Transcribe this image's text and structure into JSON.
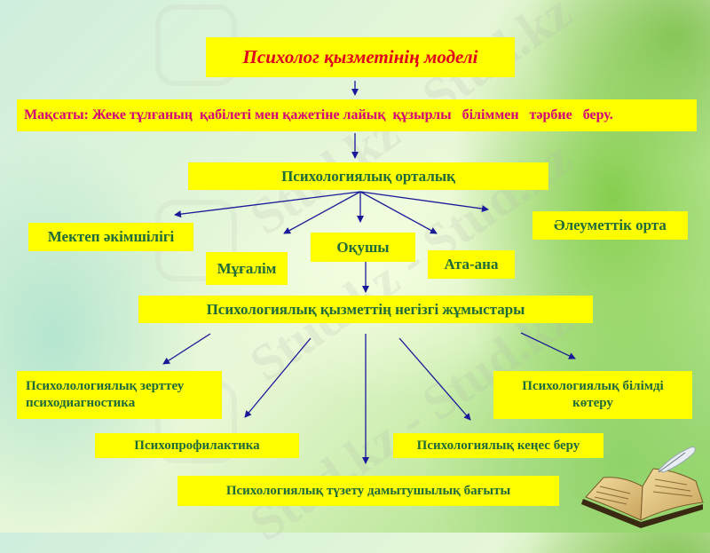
{
  "diagram": {
    "title": "Психолог қызметінің моделі",
    "goal": "Мақсаты: Жеке тұлғаның  қабілеті мен қажетіне лайық  құзырлы   біліммен   тәрбие   беру.",
    "center": "Психологиялық орталық",
    "participants": [
      {
        "id": "admin",
        "label": "Мектеп әкімшілігі"
      },
      {
        "id": "teacher",
        "label": "Мұғалім"
      },
      {
        "id": "student",
        "label": "Оқушы"
      },
      {
        "id": "parents",
        "label": "Ата-ана"
      },
      {
        "id": "social",
        "label": "Әлеуметтік орта"
      }
    ],
    "main_works": "Психологиялық қызметтің негізгі жұмыстары",
    "directions": [
      {
        "id": "research",
        "label": "Психолологиялық зерттеу психодиагностика"
      },
      {
        "id": "prophylaxis",
        "label": "Психопрофилактика"
      },
      {
        "id": "correction",
        "label": "Психологиялық түзету дамытушылық бағыты"
      },
      {
        "id": "consulting",
        "label": "Психологиялық кеңес беру"
      },
      {
        "id": "education",
        "label": "Психологиялық білімді көтеру"
      }
    ],
    "watermark": "Stud.kz - Stud.kz",
    "colors": {
      "box_fill": "#ffff00",
      "title_text": "#e0001a",
      "goal_text": "#d4007a",
      "node_text": "#1f6b3a",
      "arrow": "#1a1a99"
    },
    "decoration": "book-with-quill-icon"
  }
}
